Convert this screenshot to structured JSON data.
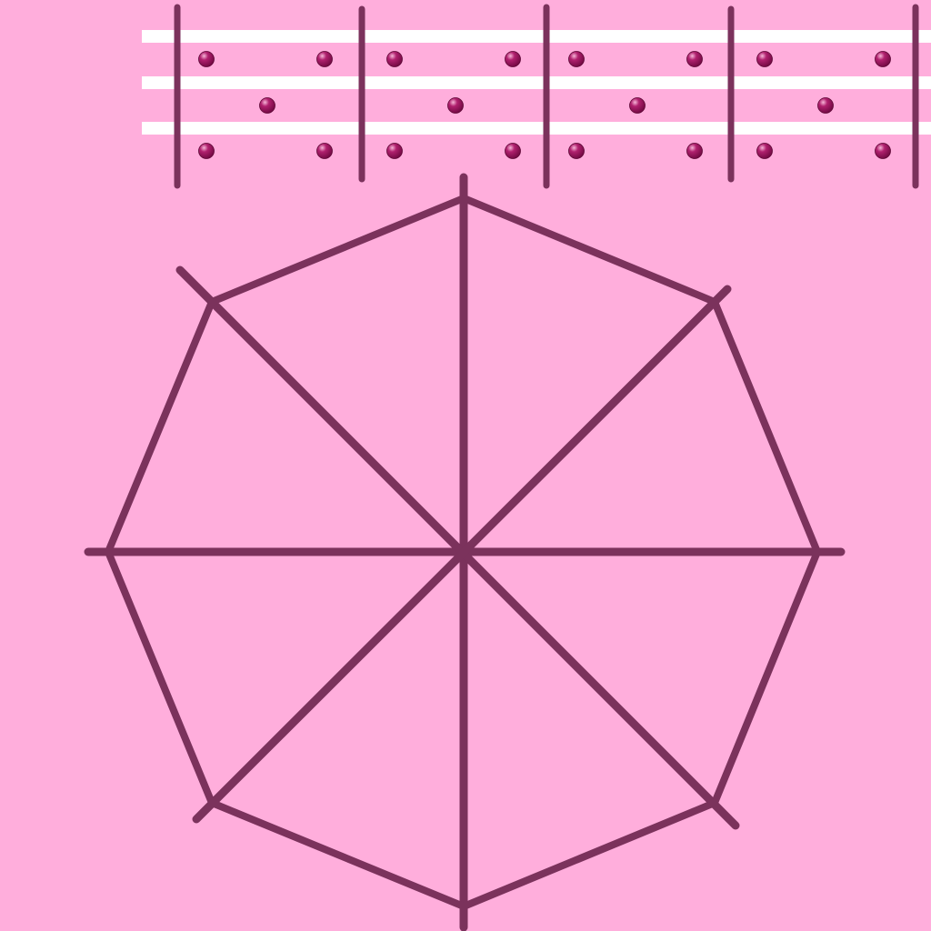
{
  "theme": {
    "background": "#ffaedc",
    "line_color": "#7b325c",
    "rail_color": "#ffffff",
    "bead_color": "#8e0f55",
    "bead_highlight": "#e58bbb"
  },
  "top_panel": {
    "rail_count": 3,
    "divider_count": 5,
    "sections": [
      {
        "rows": [
          [
            1,
            1
          ],
          [
            1
          ],
          [
            1,
            1
          ]
        ]
      },
      {
        "rows": [
          [
            1,
            1
          ],
          [
            1
          ],
          [
            1,
            1
          ]
        ]
      },
      {
        "rows": [
          [
            1,
            1
          ],
          [
            1
          ],
          [
            1,
            1
          ]
        ]
      },
      {
        "rows": [
          [
            1,
            1
          ],
          [
            1
          ],
          [
            1,
            1
          ]
        ]
      }
    ]
  },
  "board": {
    "shape": "octagon",
    "sides": 8,
    "spokes": 8,
    "icon": "octagon-wheel-icon"
  }
}
